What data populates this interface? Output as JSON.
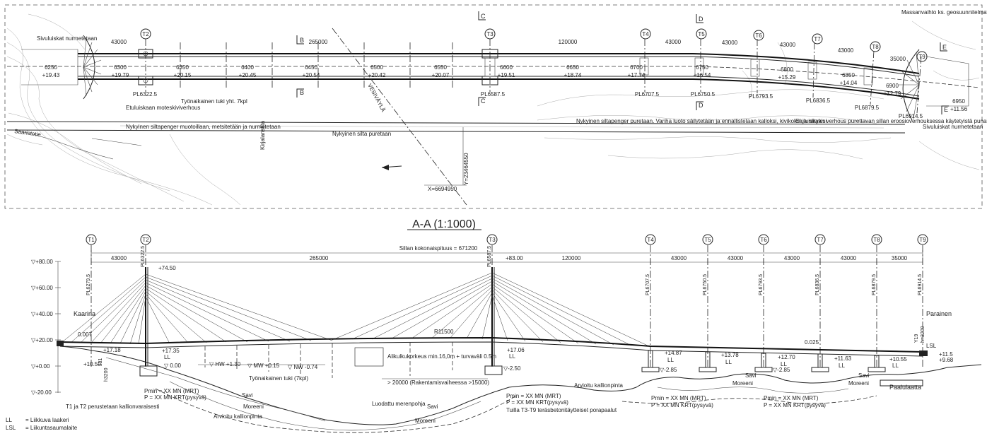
{
  "section_title": "A-A (1:1000)",
  "plan": {
    "supports": [
      "T2",
      "T3",
      "T4",
      "T5",
      "T6",
      "T7",
      "T8",
      "T9"
    ],
    "spans": [
      "43000",
      "265000",
      "120000",
      "43000",
      "43000",
      "43000",
      "43000",
      "35000"
    ],
    "section_markers": [
      "B",
      "B",
      "C",
      "C",
      "D",
      "D",
      "E",
      "E"
    ],
    "stations": [
      {
        "pl": "6250",
        "elev": "+19.43"
      },
      {
        "pl": "6300",
        "elev": "+19.79"
      },
      {
        "pl": "6350",
        "elev": "+20.15"
      },
      {
        "pl": "6400",
        "elev": "+20.45"
      },
      {
        "pl": "6450",
        "elev": "+20.54"
      },
      {
        "pl": "6500",
        "elev": "+20.42"
      },
      {
        "pl": "6550",
        "elev": "+20.07"
      },
      {
        "pl": "6600",
        "elev": "+19.51"
      },
      {
        "pl": "6650",
        "elev": "+18.74"
      },
      {
        "pl": "6700",
        "elev": "+17.74"
      },
      {
        "pl": "6750",
        "elev": "+16.54"
      },
      {
        "pl": "6800",
        "elev": "+15.29"
      },
      {
        "pl": "6850",
        "elev": "+14.04"
      },
      {
        "pl": "6900",
        "elev": "+12.79"
      },
      {
        "pl": "6950",
        "elev": "+11.56"
      }
    ],
    "pl_labels": [
      "PL6322.5",
      "PL6587.5",
      "PL6707.5",
      "PL6750.5",
      "PL6793.5",
      "PL6836.5",
      "PL6879.5",
      "PL6914.5"
    ],
    "notes": {
      "sivuluiskat_left": "Sivuluiskat nurmetetaan",
      "etuluiskaan": "Etuluiskaan moteskiviverhous",
      "tyonaikainen": "Työnaikainen tuki yht. 7kpl",
      "siltapenger": "Nykyinen siltapenger muotoillaan, metsitetään ja nurmetetaan",
      "silta_puretaan": "Nykyinen silta puretaan",
      "penger_puretaan": "Nykyinen siltapenger puretaan. Vanha luoto säilytetään ja ennallistetaan kalloksi, kivikoksi ja niitykisi",
      "massanvaihto": "Massanvaihto ks. geosuunnitelmat",
      "etuluiskaan_right": "Etuluiskaan verhous purettavan sillan eroosioverhouksessa käytetyistä punaisista graniittikivistä",
      "sivuluiskat_right": "Sivuluiskat nurmetetaan",
      "vesivayla": "VESIVÄYLÄ",
      "kirjalansilta": "Kirjalansilta",
      "saaristotie": "Saaristotie",
      "coord_x": "X=6694950",
      "coord_y": "Y=23464550"
    }
  },
  "elevation": {
    "supports": [
      "T1",
      "T2",
      "T3",
      "T4",
      "T5",
      "T6",
      "T7",
      "T8",
      "T9"
    ],
    "total_length": "Sillan kokonaispituus = 671200",
    "spans": [
      "43000",
      "265000",
      "120000",
      "43000",
      "43000",
      "43000",
      "43000",
      "35000"
    ],
    "plus83": "+83.00",
    "pl_labels": [
      "PL6279.5",
      "PL6322.5",
      "PL6587.5",
      "PL6707.5",
      "PL6750.5",
      "PL6793.5",
      "PL6836.5",
      "PL6879.5",
      "PL6914.5"
    ],
    "levels": [
      "▽+80.00",
      "▽+60.00",
      "▽+40.00",
      "▽+20.00",
      "▽+0.00",
      "▽-20.00"
    ],
    "pylon_top": "+74.50",
    "kaarina": "Kaarina",
    "parainen": "Parainen",
    "grade_left": "0.007",
    "grade_right": "0.025",
    "radius": "R11500",
    "clearance": "Alikulkukorkeus min.16,0m + turvaväli 0.5m",
    "deck_elevs": [
      "+17.35",
      "+17.06",
      "+14.87",
      "+13.78",
      "+12.70",
      "+11.63",
      "+10.55"
    ],
    "LL": "LL",
    "LSL": "LSL",
    "left_elevs": [
      "+17.18",
      "+10.50",
      "h3200",
      "J31"
    ],
    "right_elevs": [
      "+11.5",
      "+9.68",
      "Y19",
      "h=3200"
    ],
    "base_T2": "▽ 0.00",
    "water": [
      "▽ HW +1.30",
      "▽ MW +0.15",
      "▽ NW -0.74"
    ],
    "base_T3": "▽-2.50",
    "base_T4": "▽-2.85",
    "base_T6": "▽-2.85",
    "tyonaikainen_tuki": "Työnaikainen tuki (7kpl)",
    "construction_width": "> 20000 (Rakentamisvaiheessa >15000)",
    "soils": {
      "savi": "Savi",
      "moreeni": "Moreeni",
      "luodattu": "Luodattu merenpohja",
      "arvioitu": "Arvioitu kallionpinta",
      "paalulaatta": "Paalulaatta"
    },
    "pmin": "Pmin = XX MN (MRT)",
    "pkrt": "P = XX MN KRT(pysyvä)",
    "t1t2_note": "T1 ja T2 perustetaan kallionvaraisesti",
    "t3t9_note": "Tuilla T3-T9 teräsbetonitäytteiset porapaalut"
  },
  "legend": [
    {
      "abbr": "LL",
      "desc": "= Liikkuva laakeri"
    },
    {
      "abbr": "LSL",
      "desc": "= Liikuntasaumalaite"
    }
  ]
}
